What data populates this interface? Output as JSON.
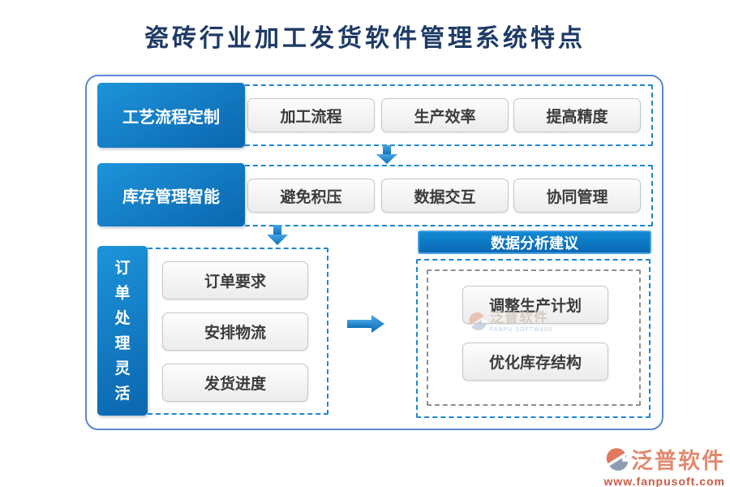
{
  "title": "瓷砖行业加工发货软件管理系统特点",
  "flow_rows": [
    {
      "label": "工艺流程定制",
      "items": [
        "加工流程",
        "生产效率",
        "提高精度"
      ]
    },
    {
      "label": "库存管理智能",
      "items": [
        "避免积压",
        "数据交互",
        "协同管理"
      ]
    }
  ],
  "order_section": {
    "label": "订单处理灵活",
    "items": [
      "订单要求",
      "安排物流",
      "发货进度"
    ]
  },
  "analysis_section": {
    "header": "数据分析建议",
    "items": [
      "调整生产计划",
      "优化库存结构"
    ]
  },
  "watermark": {
    "brand": "泛普软件",
    "subtitle": "FANPU SOFTWARE"
  },
  "footer": {
    "brand": "泛普软件",
    "url": "www.fanpusoft.com"
  },
  "colors": {
    "title_navy": "#1e3a66",
    "accent_blue": "#0f7ec6",
    "dashed_blue": "#1e86cf",
    "frame_border": "#5b87d5",
    "footer_coral": "#e18a70",
    "footer_red": "#ca5a48"
  }
}
